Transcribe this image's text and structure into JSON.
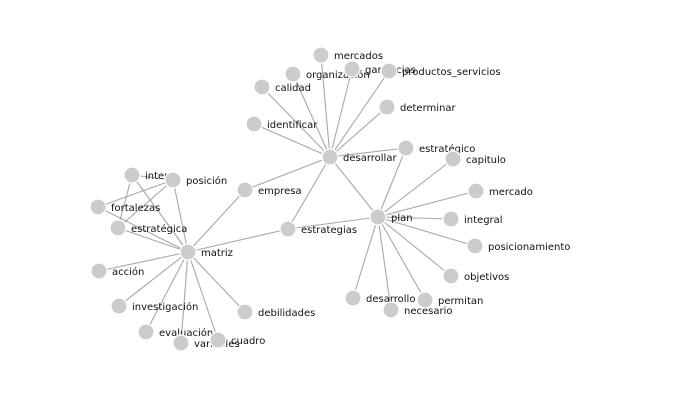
{
  "graph": {
    "type": "network",
    "node_color": "#cccccc",
    "edge_color": "#999999",
    "nodes": [
      {
        "id": "desarrollar",
        "label": "desarrollar"
      },
      {
        "id": "plan",
        "label": "plan"
      },
      {
        "id": "matriz",
        "label": "matriz"
      },
      {
        "id": "empresa",
        "label": "empresa"
      },
      {
        "id": "estrategias",
        "label": "estrategias"
      },
      {
        "id": "mercados",
        "label": "mercados"
      },
      {
        "id": "organizacion",
        "label": "organización"
      },
      {
        "id": "ganancias",
        "label": "ganancias"
      },
      {
        "id": "productos_servicios",
        "label": "productos_servicios"
      },
      {
        "id": "calidad",
        "label": "calidad"
      },
      {
        "id": "determinar",
        "label": "determinar"
      },
      {
        "id": "identificar",
        "label": "identificar"
      },
      {
        "id": "estrategico",
        "label": "estratégico"
      },
      {
        "id": "capitulo",
        "label": "capitulo"
      },
      {
        "id": "mercado",
        "label": "mercado"
      },
      {
        "id": "integral",
        "label": "integral"
      },
      {
        "id": "posicionamiento",
        "label": "posicionamiento"
      },
      {
        "id": "objetivos",
        "label": "objetivos"
      },
      {
        "id": "desarrollo",
        "label": "desarrollo"
      },
      {
        "id": "necesario",
        "label": "necesario"
      },
      {
        "id": "permitan",
        "label": "permitan"
      },
      {
        "id": "interna",
        "label": "interna"
      },
      {
        "id": "posicion",
        "label": "posición"
      },
      {
        "id": "fortalezas",
        "label": "fortalezas"
      },
      {
        "id": "estrategica",
        "label": "estratégica"
      },
      {
        "id": "accion",
        "label": "acción"
      },
      {
        "id": "investigacion",
        "label": "investigación"
      },
      {
        "id": "evaluacion",
        "label": "evaluación"
      },
      {
        "id": "variables",
        "label": "variables"
      },
      {
        "id": "cuadro",
        "label": "cuadro"
      },
      {
        "id": "debilidades",
        "label": "debilidades"
      }
    ],
    "edges": [
      [
        "desarrollar",
        "mercados"
      ],
      [
        "desarrollar",
        "organizacion"
      ],
      [
        "desarrollar",
        "ganancias"
      ],
      [
        "desarrollar",
        "productos_servicios"
      ],
      [
        "desarrollar",
        "calidad"
      ],
      [
        "desarrollar",
        "determinar"
      ],
      [
        "desarrollar",
        "identificar"
      ],
      [
        "desarrollar",
        "estrategico"
      ],
      [
        "desarrollar",
        "empresa"
      ],
      [
        "desarrollar",
        "estrategias"
      ],
      [
        "desarrollar",
        "plan"
      ],
      [
        "plan",
        "estrategias"
      ],
      [
        "plan",
        "estrategico"
      ],
      [
        "plan",
        "capitulo"
      ],
      [
        "plan",
        "mercado"
      ],
      [
        "plan",
        "integral"
      ],
      [
        "plan",
        "posicionamiento"
      ],
      [
        "plan",
        "objetivos"
      ],
      [
        "plan",
        "desarrollo"
      ],
      [
        "plan",
        "necesario"
      ],
      [
        "plan",
        "permitan"
      ],
      [
        "matriz",
        "estrategias"
      ],
      [
        "matriz",
        "empresa"
      ],
      [
        "matriz",
        "interna"
      ],
      [
        "matriz",
        "posicion"
      ],
      [
        "matriz",
        "fortalezas"
      ],
      [
        "matriz",
        "estrategica"
      ],
      [
        "matriz",
        "accion"
      ],
      [
        "matriz",
        "investigacion"
      ],
      [
        "matriz",
        "evaluacion"
      ],
      [
        "matriz",
        "variables"
      ],
      [
        "matriz",
        "cuadro"
      ],
      [
        "matriz",
        "debilidades"
      ],
      [
        "interna",
        "estrategica"
      ],
      [
        "fortalezas",
        "posicion"
      ],
      [
        "estrategica",
        "posicion"
      ],
      [
        "interna",
        "posicion"
      ]
    ]
  }
}
